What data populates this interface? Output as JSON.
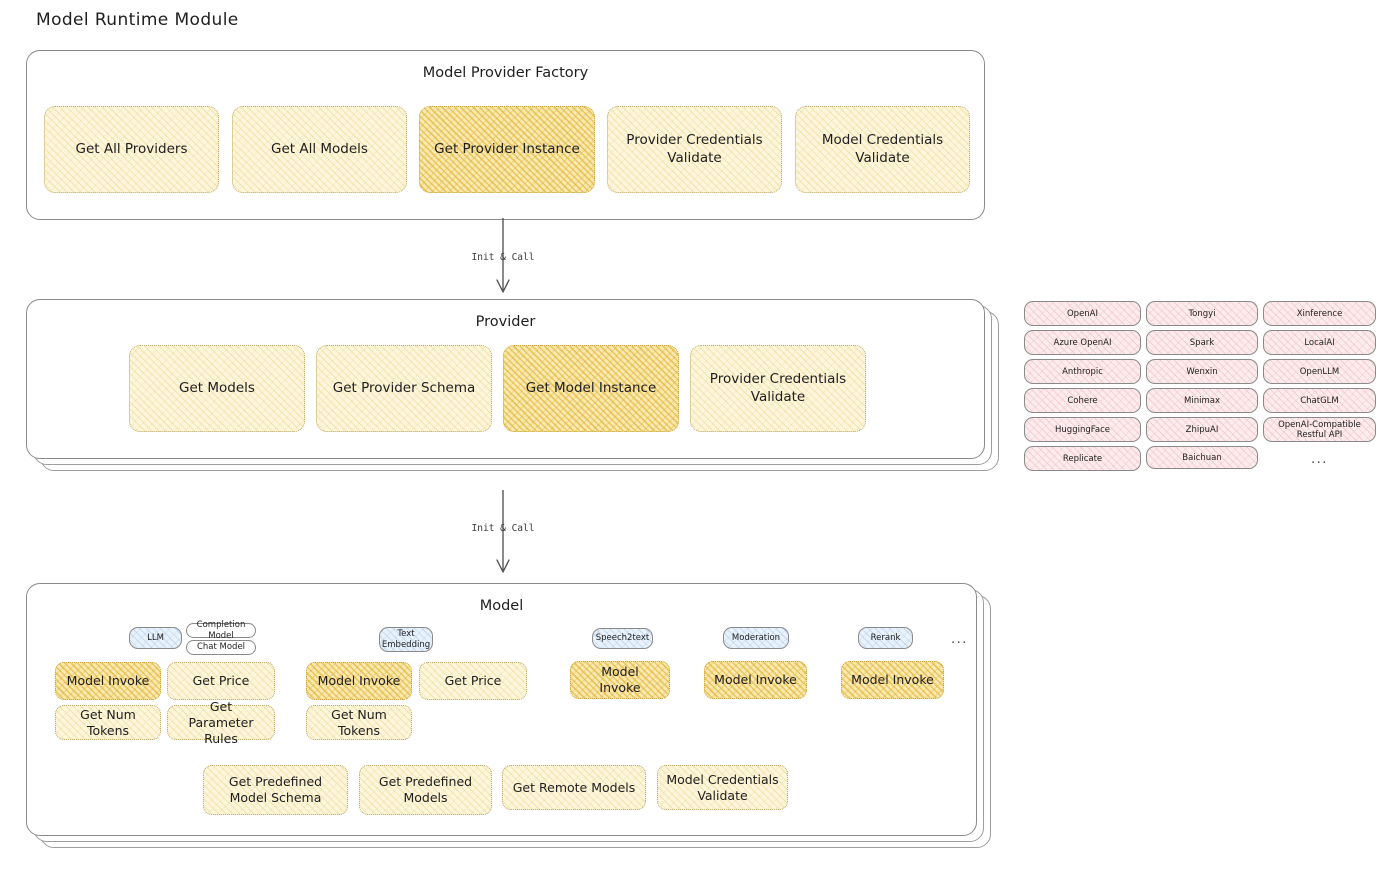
{
  "page": {
    "title": "Model Runtime Module"
  },
  "sections": {
    "factory": {
      "title": "Model Provider Factory",
      "boxes": [
        {
          "label": "Get All Providers",
          "highlight": false
        },
        {
          "label": "Get All Models",
          "highlight": false
        },
        {
          "label": "Get Provider Instance",
          "highlight": true
        },
        {
          "label": "Provider Credentials Validate",
          "highlight": false
        },
        {
          "label": "Model Credentials Validate",
          "highlight": false
        }
      ]
    },
    "provider": {
      "title": "Provider",
      "boxes": [
        {
          "label": "Get Models",
          "highlight": false
        },
        {
          "label": "Get Provider Schema",
          "highlight": false
        },
        {
          "label": "Get Model Instance",
          "highlight": true
        },
        {
          "label": "Provider Credentials Validate",
          "highlight": false
        }
      ]
    },
    "model": {
      "title": "Model",
      "types": [
        {
          "name": "LLM",
          "sub": [
            "Completion Model",
            "Chat Model"
          ]
        },
        {
          "name": "Text Embedding",
          "sub": []
        },
        {
          "name": "Speech2text",
          "sub": []
        },
        {
          "name": "Moderation",
          "sub": []
        },
        {
          "name": "Rerank",
          "sub": []
        }
      ],
      "more": "...",
      "llm_ops": [
        {
          "label": "Model Invoke",
          "highlight": true
        },
        {
          "label": "Get Price",
          "highlight": false
        },
        {
          "label": "Get Num Tokens",
          "highlight": false
        },
        {
          "label": "Get Parameter Rules",
          "highlight": false
        }
      ],
      "embedding_ops": [
        {
          "label": "Model Invoke",
          "highlight": true
        },
        {
          "label": "Get Price",
          "highlight": false
        },
        {
          "label": "Get Num Tokens",
          "highlight": false
        }
      ],
      "speech2text_ops": [
        {
          "label": "Model Invoke",
          "highlight": true
        }
      ],
      "moderation_ops": [
        {
          "label": "Model Invoke",
          "highlight": true
        }
      ],
      "rerank_ops": [
        {
          "label": "Model Invoke",
          "highlight": true
        }
      ],
      "common_ops": [
        {
          "label": "Get Predefined Model Schema",
          "highlight": false
        },
        {
          "label": "Get Predefined Models",
          "highlight": false
        },
        {
          "label": "Get Remote Models",
          "highlight": false
        },
        {
          "label": "Model Credentials Validate",
          "highlight": false
        }
      ]
    }
  },
  "arrows": [
    {
      "label": "Init & Call"
    },
    {
      "label": "Init & Call"
    }
  ],
  "provider_list": {
    "columns": [
      [
        "OpenAI",
        "Azure OpenAI",
        "Anthropic",
        "Cohere",
        "HuggingFace",
        "Replicate"
      ],
      [
        "Tongyi",
        "Spark",
        "Wenxin",
        "Minimax",
        "ZhipuAI",
        "Baichuan"
      ],
      [
        "Xinference",
        "LocalAI",
        "OpenLLM",
        "ChatGLM",
        "OpenAI-Compatible Restful API"
      ]
    ],
    "more": "..."
  },
  "colors": {
    "cream": "#fdf6dd",
    "amber": "#fbe9b2",
    "pink": "#fdeced",
    "blue": "#e9f2fb",
    "stroke": "#8a8a8a",
    "text": "#1e1e1e"
  }
}
